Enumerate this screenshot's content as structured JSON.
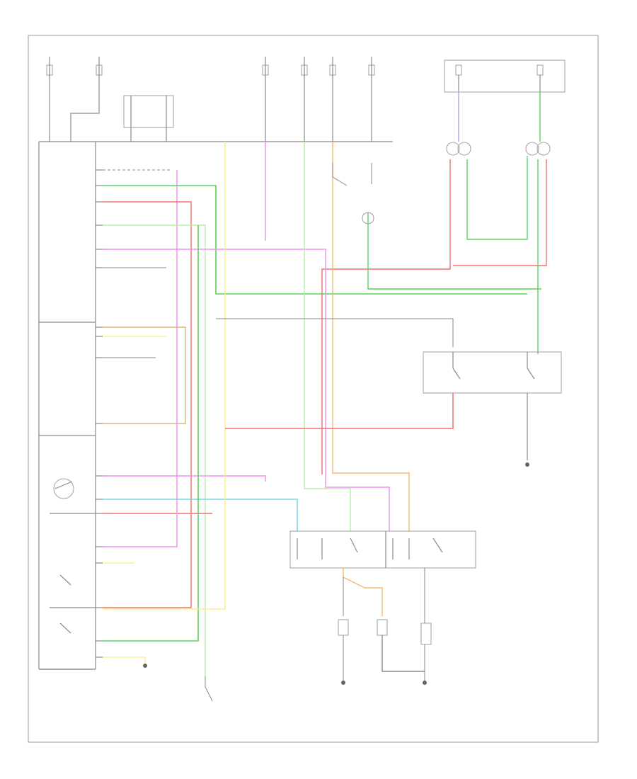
{
  "colors": {
    "black": "#8a8a8a",
    "pink": "#f08ef0",
    "red": "#f07070",
    "green": "#5ad25a",
    "light_green": "#b8f0a8",
    "yellow": "#f5f08a",
    "orange": "#f5b870",
    "violet": "#a8a8f0",
    "light_blue": "#7ad8e8",
    "tan": "#d8b880",
    "border": "#999999"
  },
  "diagram": {
    "components": [
      {
        "id": "fuse-1"
      },
      {
        "id": "fuse-2"
      },
      {
        "id": "fuse-3"
      },
      {
        "id": "fuse-4"
      },
      {
        "id": "fuse-5"
      },
      {
        "id": "fuse-6"
      },
      {
        "id": "fuse-7"
      },
      {
        "id": "fuse-8"
      },
      {
        "id": "relay-top"
      },
      {
        "id": "left-headlamp"
      },
      {
        "id": "right-headlamp"
      },
      {
        "id": "module-left"
      },
      {
        "id": "switch-middle"
      },
      {
        "id": "relay-right"
      },
      {
        "id": "relay-center-lower"
      },
      {
        "id": "lamp-left"
      },
      {
        "id": "lamp-center"
      },
      {
        "id": "lamp-right"
      },
      {
        "id": "ground-1"
      },
      {
        "id": "ground-2"
      },
      {
        "id": "ground-3"
      },
      {
        "id": "ground-4"
      }
    ]
  }
}
